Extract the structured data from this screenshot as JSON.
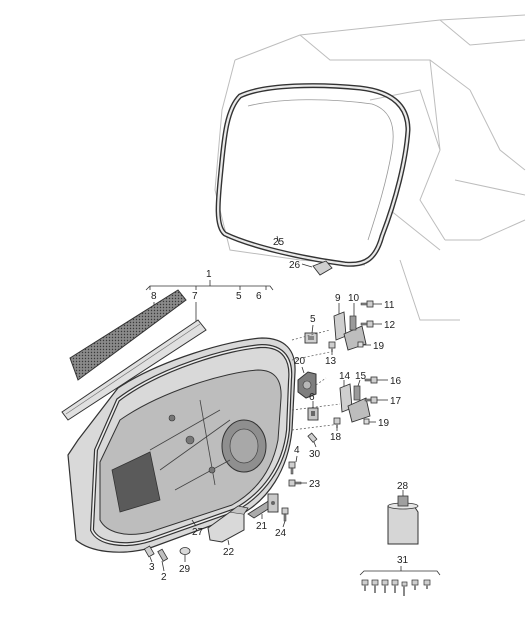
{
  "diagram": {
    "callouts": {
      "c1": "1",
      "c2": "2",
      "c3": "3",
      "c4": "4",
      "c5": "5",
      "c5b": "5",
      "c6": "6",
      "c6b": "6",
      "c7": "7",
      "c8": "8",
      "c9": "9",
      "c10": "10",
      "c11": "11",
      "c12": "12",
      "c13": "13",
      "c14": "14",
      "c15": "15",
      "c16": "16",
      "c17": "17",
      "c18": "18",
      "c19a": "19",
      "c19b": "19",
      "c20": "20",
      "c21": "21",
      "c22": "22",
      "c23": "23",
      "c24": "24",
      "c25": "25",
      "c26": "26",
      "c27": "27",
      "c28": "28",
      "c29": "29",
      "c30": "30",
      "c31": "31"
    },
    "colors": {
      "line": "#333333",
      "part_fill": "#d9d9d9",
      "part_dark": "#9a9a9a",
      "background": "#ffffff"
    }
  }
}
